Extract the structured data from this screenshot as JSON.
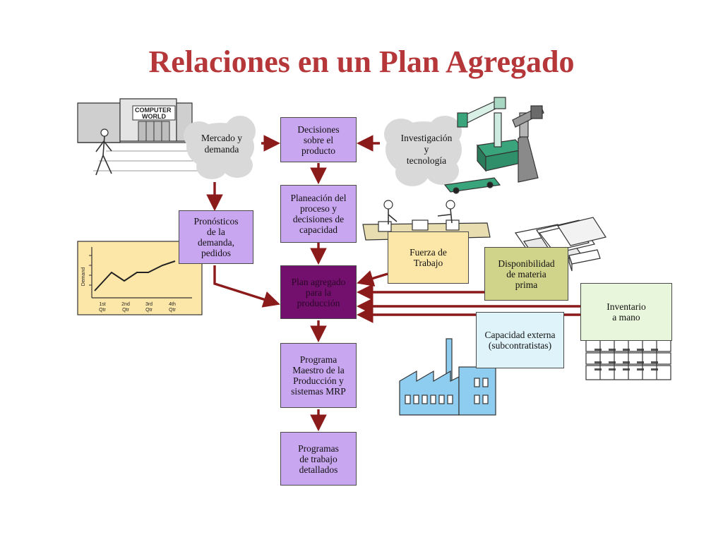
{
  "title": "Relaciones en un Plan Agregado",
  "building_sign": "COMPUTER\nWORLD",
  "market_cloud": "Mercado y\ndemanda",
  "research_cloud": "Investigación\ny\ntecnología",
  "boxes": {
    "product_decisions": "Decisiones\nsobre el\nproducto",
    "process_planning": "Planeación del\nproceso y\ndecisiones de\ncapacidad",
    "forecasts": "Pronósticos\nde la\ndemanda,\npedidos",
    "aggregate_plan": "Plan agregado\npara la\nproducción",
    "labor": "Fuerza de\nTrabajo",
    "raw_materials": "Disponibilidad\nde materia\nprima",
    "inventory": "Inventario\na mano",
    "external_capacity": "Capacidad externa\n(subcontratistas)",
    "master_schedule": "Programa\nMaestro de la\nProducción  y\nsistemas MRP",
    "work_schedules": "Programas\nde trabajo\ndetallados"
  },
  "demand_chart": {
    "ylabel": "Demand",
    "quarters": [
      "1st\nQtr",
      "2nd\nQtr",
      "3rd\nQtr",
      "4th\nQtr"
    ]
  },
  "colors": {
    "title": "#b5373a",
    "arrow": "#8b1a1a",
    "purple_box": "#c9a6f0",
    "aggregate_box": "#73106d",
    "labor_box": "#fde7a8",
    "materials_box": "#d0d38a",
    "inventory_box": "#e8f6dc",
    "external_box": "#dff3fa",
    "chart_bg": "#fde7a8",
    "robot_green": "#3aa57d",
    "factory_blue": "#8ecdf0"
  }
}
